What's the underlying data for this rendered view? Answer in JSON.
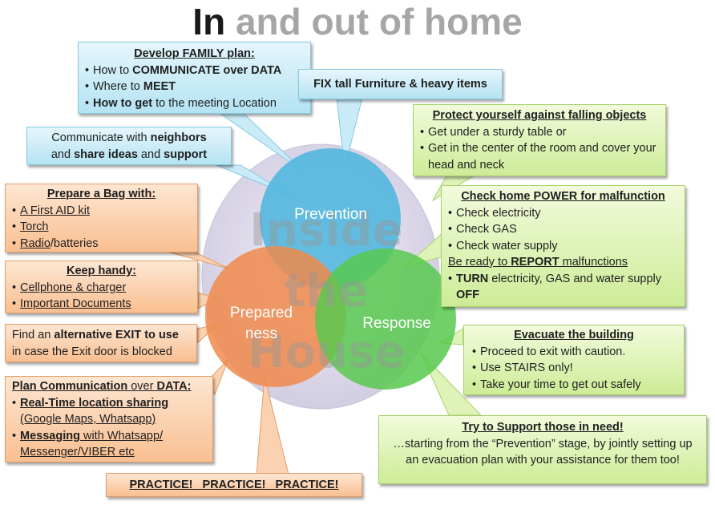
{
  "title": {
    "first": "In",
    "rest": " and out of home"
  },
  "center_watermark": [
    "Inside",
    "the",
    "House"
  ],
  "circles": {
    "prevention": "Prevention",
    "prepared_1": "Prepared",
    "prepared_2": "ness",
    "response": "Response"
  },
  "blue_boxes": {
    "family_plan": {
      "heading": "Develop FAMILY plan:",
      "items": [
        [
          "How to ",
          "COMMUNICATE over DATA"
        ],
        [
          "Where to ",
          "MEET"
        ],
        [
          "How to get",
          " to the meeting Location"
        ]
      ]
    },
    "fix_furniture": "FIX tall Furniture & heavy items",
    "neighbors": {
      "p1": "Communicate with ",
      "b1": "neighbors",
      "p2": "and ",
      "b2": "share ideas",
      "p3": " and ",
      "b3": "support"
    }
  },
  "green_boxes": {
    "falling": {
      "heading": "Protect yourself against falling objects",
      "items": [
        "Get under a sturdy table or",
        "Get in the center of the room and cover your head and neck"
      ]
    },
    "power": {
      "heading": "Check home POWER for malfunction",
      "items": [
        "Check electricity",
        "Check GAS",
        "Check water supply"
      ],
      "report_pre": "Be ready to ",
      "report_bold": "REPORT",
      "report_post": " malfunctions",
      "turn_bold": "TURN",
      "turn_rest": " electricity, GAS and water supply ",
      "turn_off": "OFF"
    },
    "evacuate": {
      "heading": "Evacuate the building",
      "items": [
        "Proceed to exit with caution.",
        "Use STAIRS only!",
        "Take your time to get out safely"
      ]
    },
    "support": {
      "heading": "Try to Support those in need!",
      "text": "…starting from the “Prevention” stage, by jointly setting up an evacuation plan with your assistance for them too!"
    }
  },
  "orange_boxes": {
    "bag": {
      "heading": "Prepare a Bag with:",
      "items": [
        "A First AID kit",
        "Torch"
      ],
      "radio": "Radio",
      "radio_rest": "/batteries"
    },
    "handy": {
      "heading": "Keep handy:",
      "items": [
        "Cellphone & charger",
        "Important Documents"
      ]
    },
    "exit": {
      "p1": "Find an ",
      "b1": "alternative EXIT to use",
      "p2": "in case the Exit door is blocked"
    },
    "plan_comm": {
      "heading_b": "Plan Communication",
      "heading_rest": " over ",
      "heading_b2": "DATA:",
      "rt_b": "Real-Time location sharing",
      "rt_rest": "(Google Maps, Whatsapp)",
      "msg_b": "Messaging",
      "msg_rest": " with Whatsapp/ Messenger/VIBER etc"
    },
    "practice": "PRACTICE!   PRACTICE!   PRACTICE!"
  },
  "colors": {
    "prevention_circle": "#4fb6de",
    "prepared_circle": "#f08a4b",
    "response_circle": "#58c94f",
    "outer_disc": "#dcd8e8"
  }
}
